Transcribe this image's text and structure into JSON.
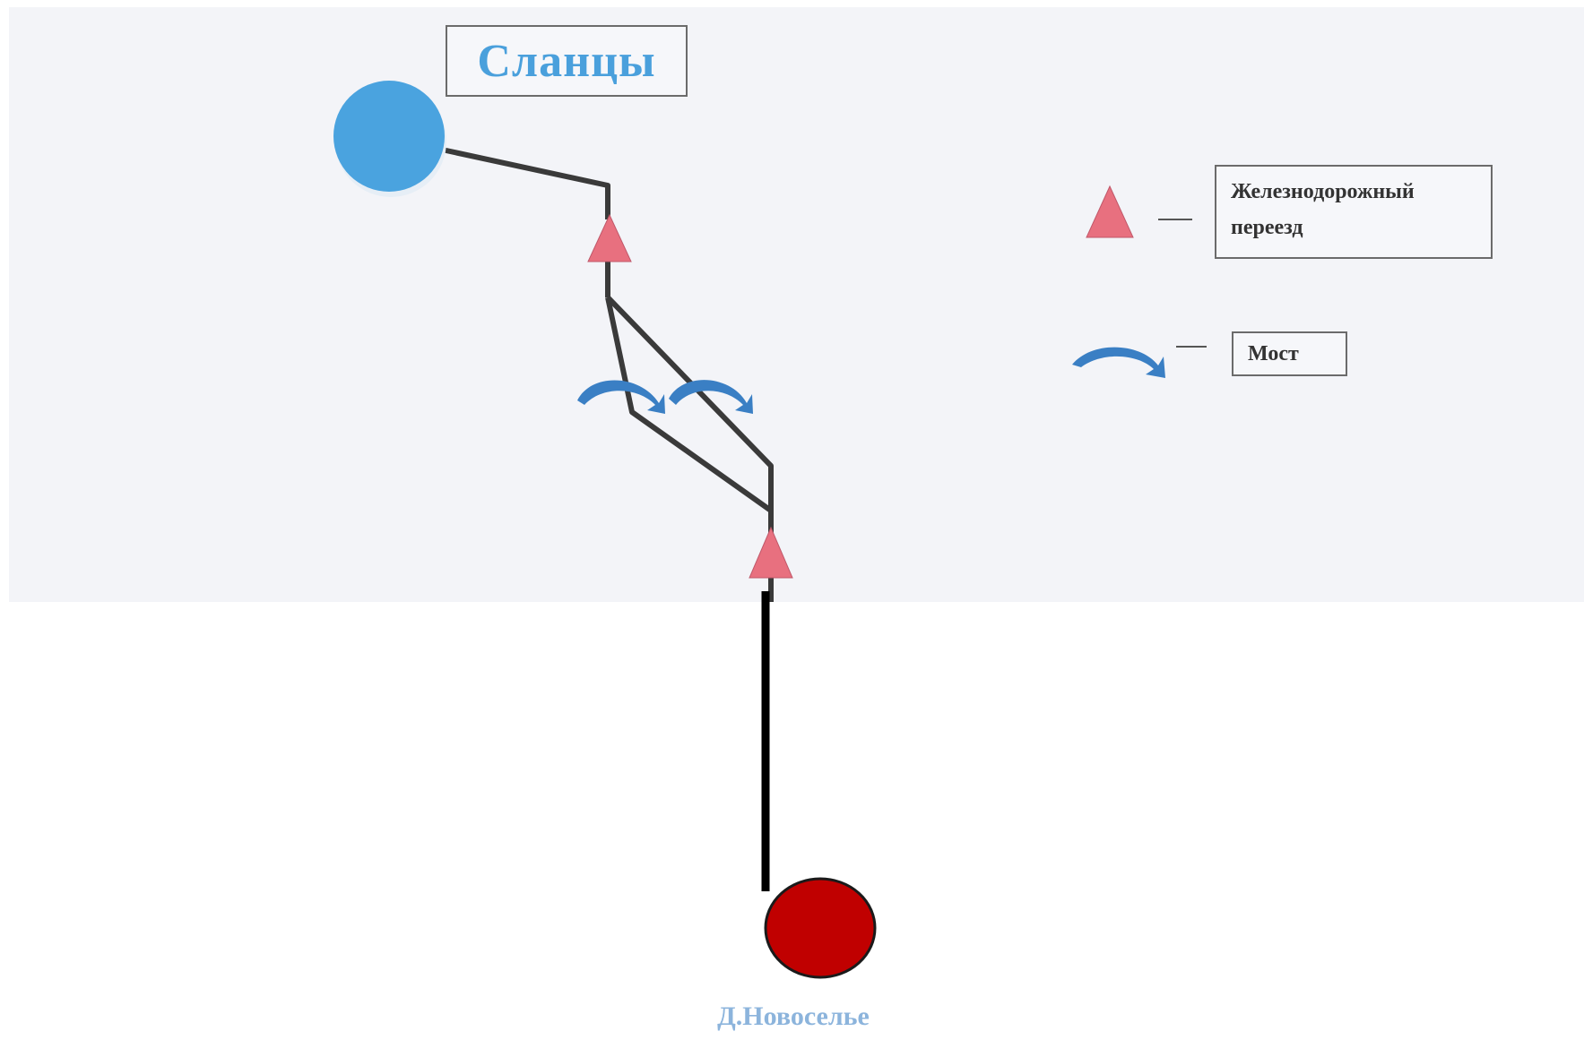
{
  "map": {
    "start_city": "Сланцы",
    "end_village": "Д.Новоселье"
  },
  "legend": {
    "railway_crossing": "Железнодорожный переезд",
    "bridge": "Мост"
  },
  "colors": {
    "start_city_marker": "#4aa3df",
    "end_village_marker": "#c00000",
    "crossing_marker": "#e8707f",
    "bridge_marker": "#3a7fc4",
    "route": "#3a3a3a"
  },
  "icons": {
    "start": "blue-circle-marker",
    "end": "red-circle-marker",
    "crossing": "pink-triangle-icon",
    "bridge": "curved-arrow-icon"
  }
}
